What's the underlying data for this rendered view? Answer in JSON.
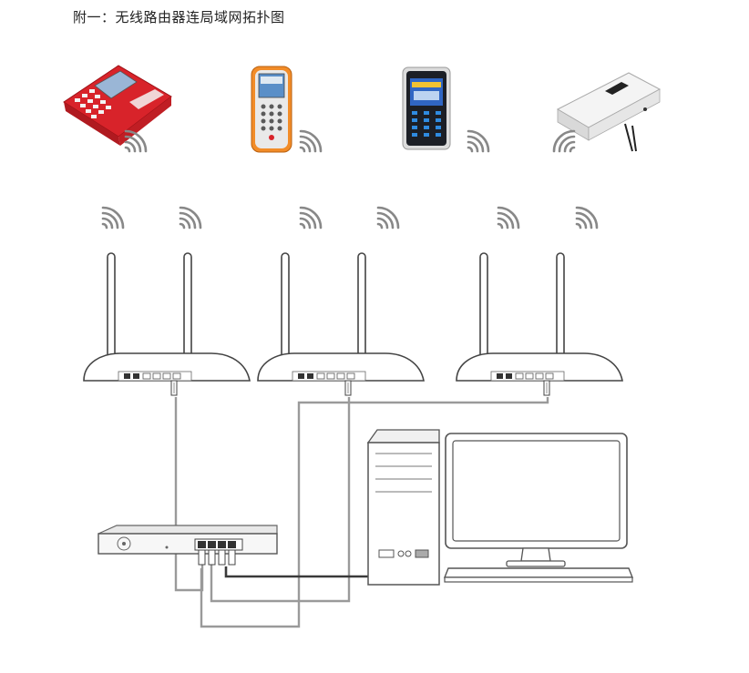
{
  "title": "附一：无线路由器连局域网拓扑图",
  "colors": {
    "wire": "#9a9a9a",
    "wire_dark": "#3a3a3a",
    "device_red": "#d8232a",
    "device_orange": "#f28c28"
  },
  "devices": [
    "consumption-terminal-icon",
    "handheld-terminal-icon",
    "access-keypad-icon",
    "access-controller-box-icon"
  ],
  "routers": [
    "wireless-router-1",
    "wireless-router-2",
    "wireless-router-3"
  ],
  "network": [
    "network-switch-icon",
    "desktop-pc-tower-icon",
    "monitor-icon",
    "keyboard-icon"
  ]
}
